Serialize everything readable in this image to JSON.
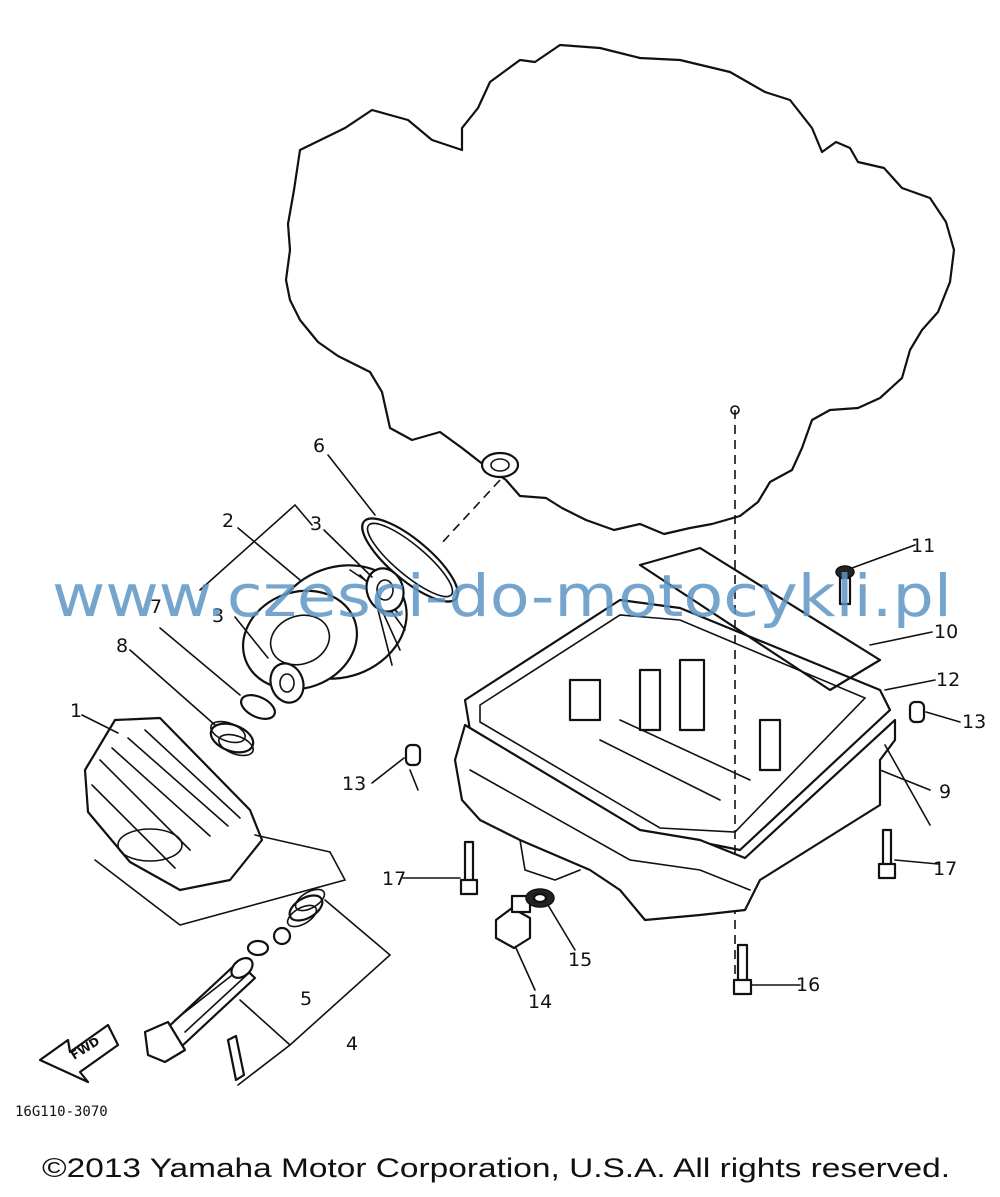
{
  "watermark": "www.czesci-do-motocykli.pl",
  "diagram_code": "16G110-3070",
  "copyright": "©2013 Yamaha Motor Corporation, U.S.A. All rights reserved.",
  "fwd_label": "FWD",
  "callouts": {
    "c1": "1",
    "c2": "2",
    "c3a": "3",
    "c3b": "3",
    "c4": "4",
    "c5": "5",
    "c6": "6",
    "c7": "7",
    "c8": "8",
    "c9": "9",
    "c10": "10",
    "c11": "11",
    "c12": "12",
    "c13a": "13",
    "c13b": "13",
    "c14": "14",
    "c15": "15",
    "c16": "16",
    "c17a": "17",
    "c17b": "17"
  }
}
